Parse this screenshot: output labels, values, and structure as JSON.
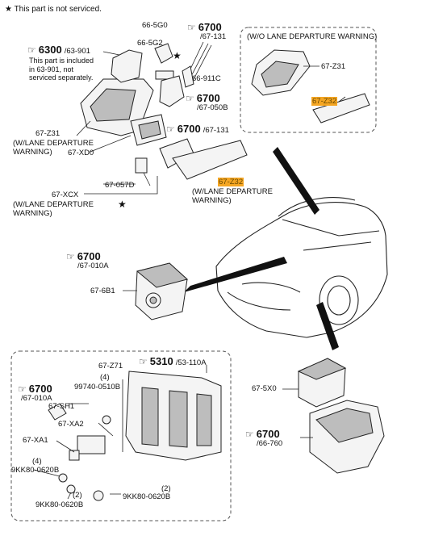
{
  "header": {
    "star": "★",
    "note": "This part is not serviced."
  },
  "labels": {
    "p66_5g0": "66-5G0",
    "p66_5g2": "66-5G2",
    "p66_911c": "66-911C",
    "p67_z31_left": "67-Z31",
    "p67_z31_left_note1": "(W/LANE DEPARTURE",
    "p67_z31_left_note2": "WARNING)",
    "p67_xd0": "67-XD0",
    "p67_057d": "67-057D",
    "p67_xcx": "67-XCX",
    "p67_xcx_note1": "(W/LANE DEPARTURE",
    "p67_xcx_note2": "WARNING)",
    "p67_z32_mid": "67-Z32",
    "p67_z32_mid_note1": "(W/LANE DEPARTURE",
    "p67_z32_mid_note2": "WARNING)",
    "wo_box_title": "(W/O LANE DEPARTURE WARNING)",
    "p67_z31_right": "67-Z31",
    "p67_z32_right": "67-Z32",
    "p67_6b1": "67-6B1",
    "p67_z71": "67-Z71",
    "p99740": "99740-0510B",
    "qty4_a": "(4)",
    "p67_sh1": "67-SH1",
    "p67_xa2": "67-XA2",
    "p67_xa1": "67-XA1",
    "qty4_b": "(4)",
    "p9kk80_a": "9KK80-0620B",
    "qty2_a": "(2)",
    "p9kk80_b": "9KK80-0620B",
    "qty2_b": "(2)",
    "p9kk80_c": "9KK80-0620B",
    "p67_5x0": "67-5X0"
  },
  "refs": [
    {
      "id": "r6300",
      "hand": "☞",
      "num": "6300",
      "sub": "/63-901"
    },
    {
      "id": "r6700a",
      "hand": "☞",
      "num": "6700",
      "sub": "/67-131"
    },
    {
      "id": "r6700b",
      "hand": "☞",
      "num": "6700",
      "sub": "/67-050B"
    },
    {
      "id": "r6700c",
      "hand": "☞",
      "num": "6700",
      "sub": "/67-131"
    },
    {
      "id": "r6700d",
      "hand": "☞",
      "num": "6700",
      "sub": "/67-010A"
    },
    {
      "id": "r5310",
      "hand": "☞",
      "num": "5310",
      "sub": "/53-110A"
    },
    {
      "id": "r6700e",
      "hand": "☞",
      "num": "6700",
      "sub": "/67-010A"
    },
    {
      "id": "r6700f",
      "hand": "☞",
      "num": "6700",
      "sub": "/66-760"
    }
  ],
  "notes": {
    "r6300_note": [
      "This part is included",
      "in 63-901, not",
      "serviced separately."
    ]
  },
  "stars": {
    "s1": "★",
    "s2": "★"
  }
}
